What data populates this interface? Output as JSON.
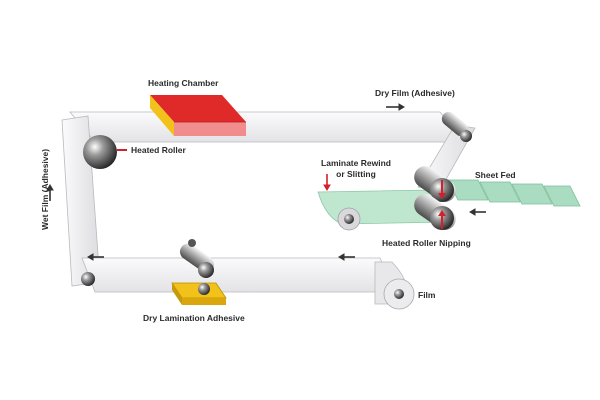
{
  "labels": {
    "heating_chamber": "Heating Chamber",
    "dry_film": "Dry Film (Adhesive)",
    "heated_roller": "Heated Roller",
    "laminate_rewind_line1": "Laminate Rewind",
    "laminate_rewind_line2": "or Slitting",
    "sheet_fed": "Sheet Fed",
    "wet_film": "Wet Film (Adhesive)",
    "heated_roller_nipping": "Heated Roller Nipping",
    "film": "Film",
    "dry_lamination_adhesive": "Dry Lamination Adhesive"
  },
  "colors": {
    "film_web": "#f1f1f3",
    "film_edge": "#b9b9bf",
    "heating_red": "#e02a2a",
    "adhesive_yellow": "#f2c21a",
    "laminate_green": "#bfe6cf",
    "sheet_green": "#a9dcc0",
    "indicator_red": "#d4202c",
    "roller_dark": "#3a3a3a",
    "arrow_dark": "#333333"
  }
}
